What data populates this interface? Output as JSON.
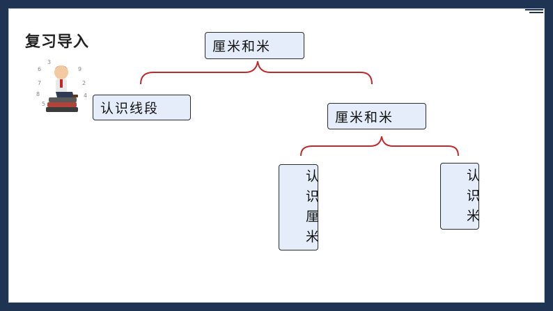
{
  "title": "复习导入",
  "colors": {
    "frame": "#1f3352",
    "node_fill": "#e4edf9",
    "brace": "#c0282a"
  },
  "tree": {
    "root": "厘米和米",
    "left_child": "认识线段",
    "right_child": "厘米和米",
    "right_left_leaf": "认识厘米",
    "right_right_leaf": "认识米"
  },
  "illustration": "boy-sitting-on-books-with-numbers-icon"
}
